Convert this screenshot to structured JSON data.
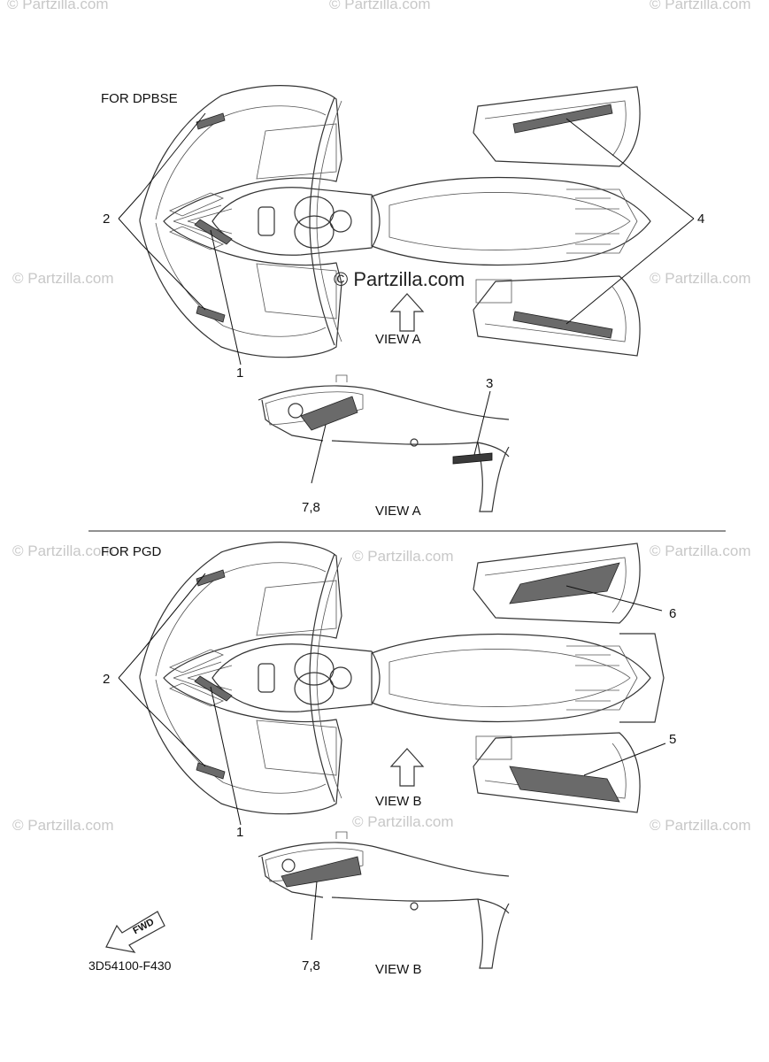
{
  "watermarks": {
    "partzilla": "© Partzilla.com",
    "center": "© Partzilla.com"
  },
  "section_top": {
    "heading": "FOR DPBSE",
    "view_label_main": "VIEW A",
    "view_label_detail": "VIEW A",
    "callouts": {
      "c1": "1",
      "c2": "2",
      "c3": "3",
      "c4": "4",
      "c78": "7,8"
    }
  },
  "section_bottom": {
    "heading": "FOR PGD",
    "view_label_main": "VIEW B",
    "view_label_detail": "VIEW B",
    "callouts": {
      "c1": "1",
      "c2": "2",
      "c5": "5",
      "c6": "6",
      "c78": "7,8"
    }
  },
  "fwd_label": "FWD",
  "diagram_code": "3D54100-F430",
  "colors": {
    "line": "#333333",
    "decal": "#6a6a6a",
    "watermark": "#c8c8c8"
  }
}
